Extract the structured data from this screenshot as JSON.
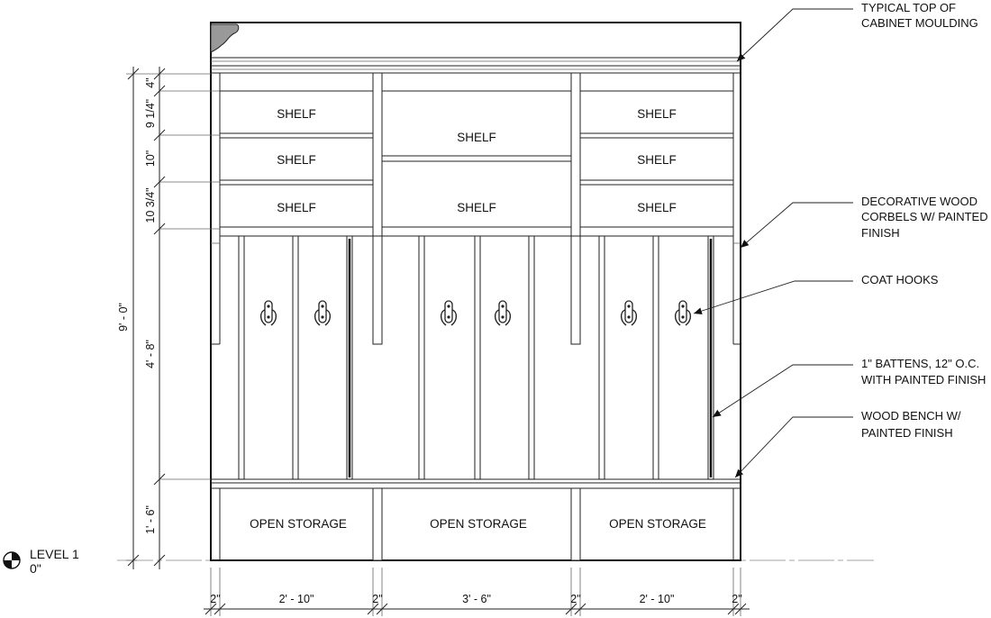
{
  "labels": {
    "shelf": "SHELF",
    "open_storage": "OPEN STORAGE"
  },
  "level": {
    "name": "LEVEL 1",
    "elevation": "0\""
  },
  "vertical_dims": {
    "overall": "9' - 0\"",
    "top_band": "4\"",
    "shelf_1": "9 1/4\"",
    "shelf_2": "10\"",
    "shelf_3": "10 3/4\"",
    "hook_zone": "4' - 8\"",
    "bench": "1' - 6\""
  },
  "horizontal_dims": {
    "post_left": "2\"",
    "bay_left": "2' - 10\"",
    "post_mid_left": "2\"",
    "bay_center": "3' - 6\"",
    "post_mid_right": "2\"",
    "bay_right": "2' - 10\"",
    "post_right": "2\""
  },
  "annotations": {
    "moulding_1": "TYPICAL TOP OF",
    "moulding_2": "CABINET MOULDING",
    "corbels_1": "DECORATIVE WOOD",
    "corbels_2": "CORBELS W/ PAINTED",
    "corbels_3": "FINISH",
    "hooks_1": "COAT HOOKS",
    "battens_1": "1\" BATTENS, 12\" O.C.",
    "battens_2": "WITH PAINTED FINISH",
    "bench_1": "WOOD BENCH W/",
    "bench_2": "PAINTED FINISH"
  },
  "icons": {
    "level_marker": "level-datum-icon",
    "coat_hook": "coat-hook-icon"
  }
}
